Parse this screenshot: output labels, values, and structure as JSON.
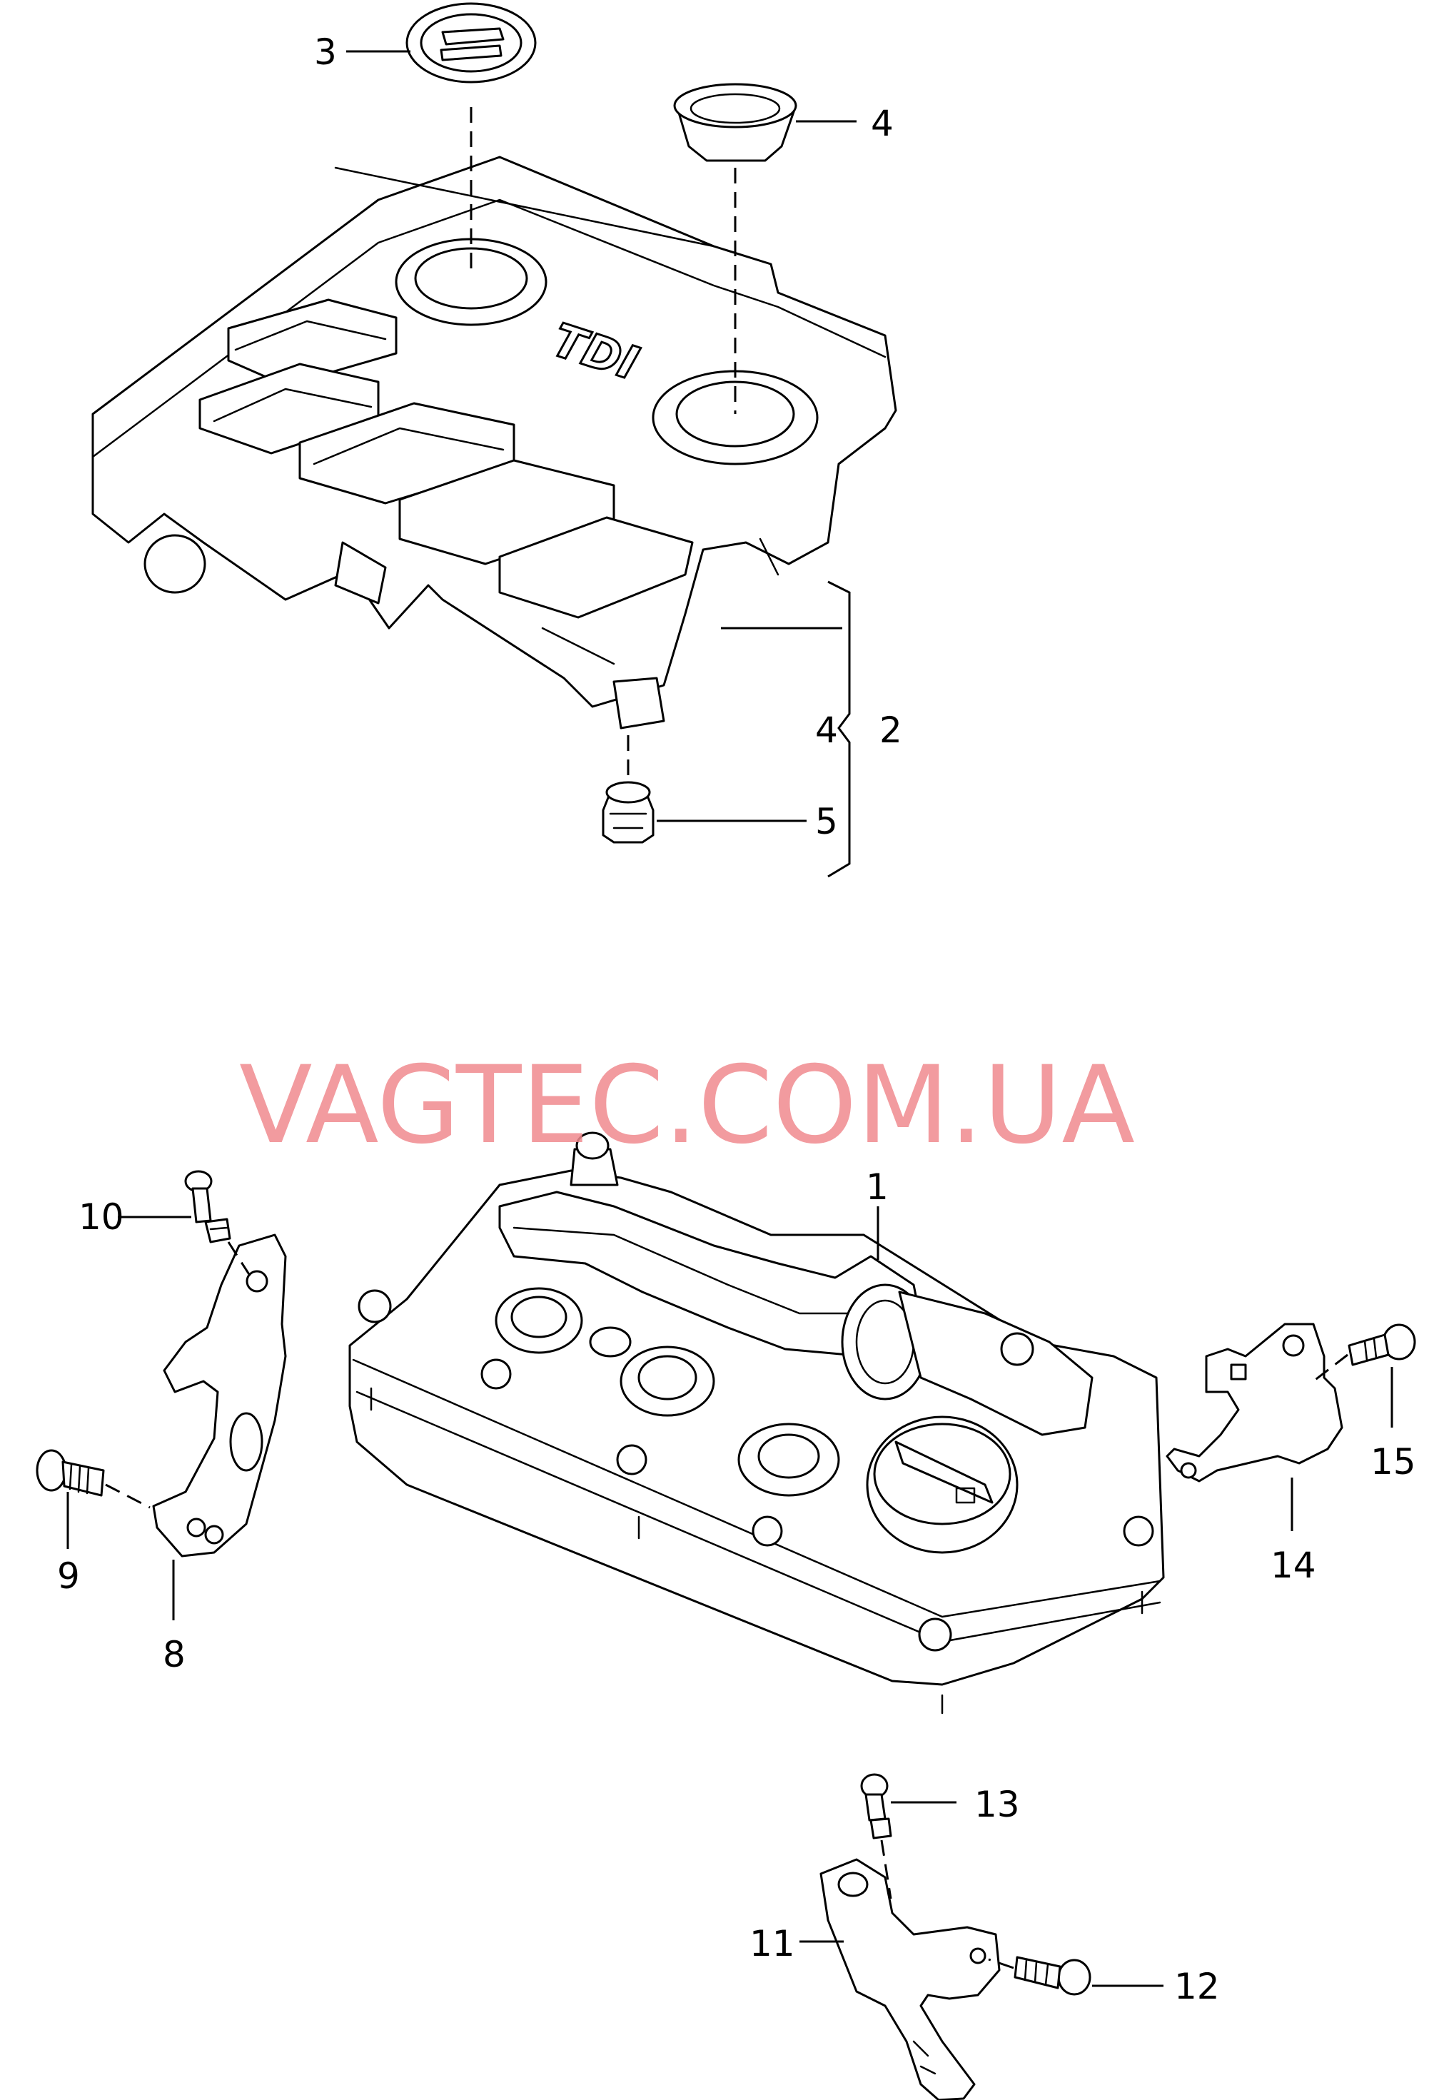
{
  "watermark": "VAGTEC.COM.UA",
  "cover_emblem": "TDI",
  "callouts": {
    "c1": "1",
    "c2": "2",
    "c3": "3",
    "c4_top": "4",
    "c4_bracket": "4",
    "c5": "5",
    "c8": "8",
    "c9": "9",
    "c10": "10",
    "c11": "11",
    "c12": "12",
    "c13": "13",
    "c14": "14",
    "c15": "15"
  },
  "colors": {
    "line": "#000000",
    "background": "#ffffff",
    "watermark": "#f08a8f"
  }
}
